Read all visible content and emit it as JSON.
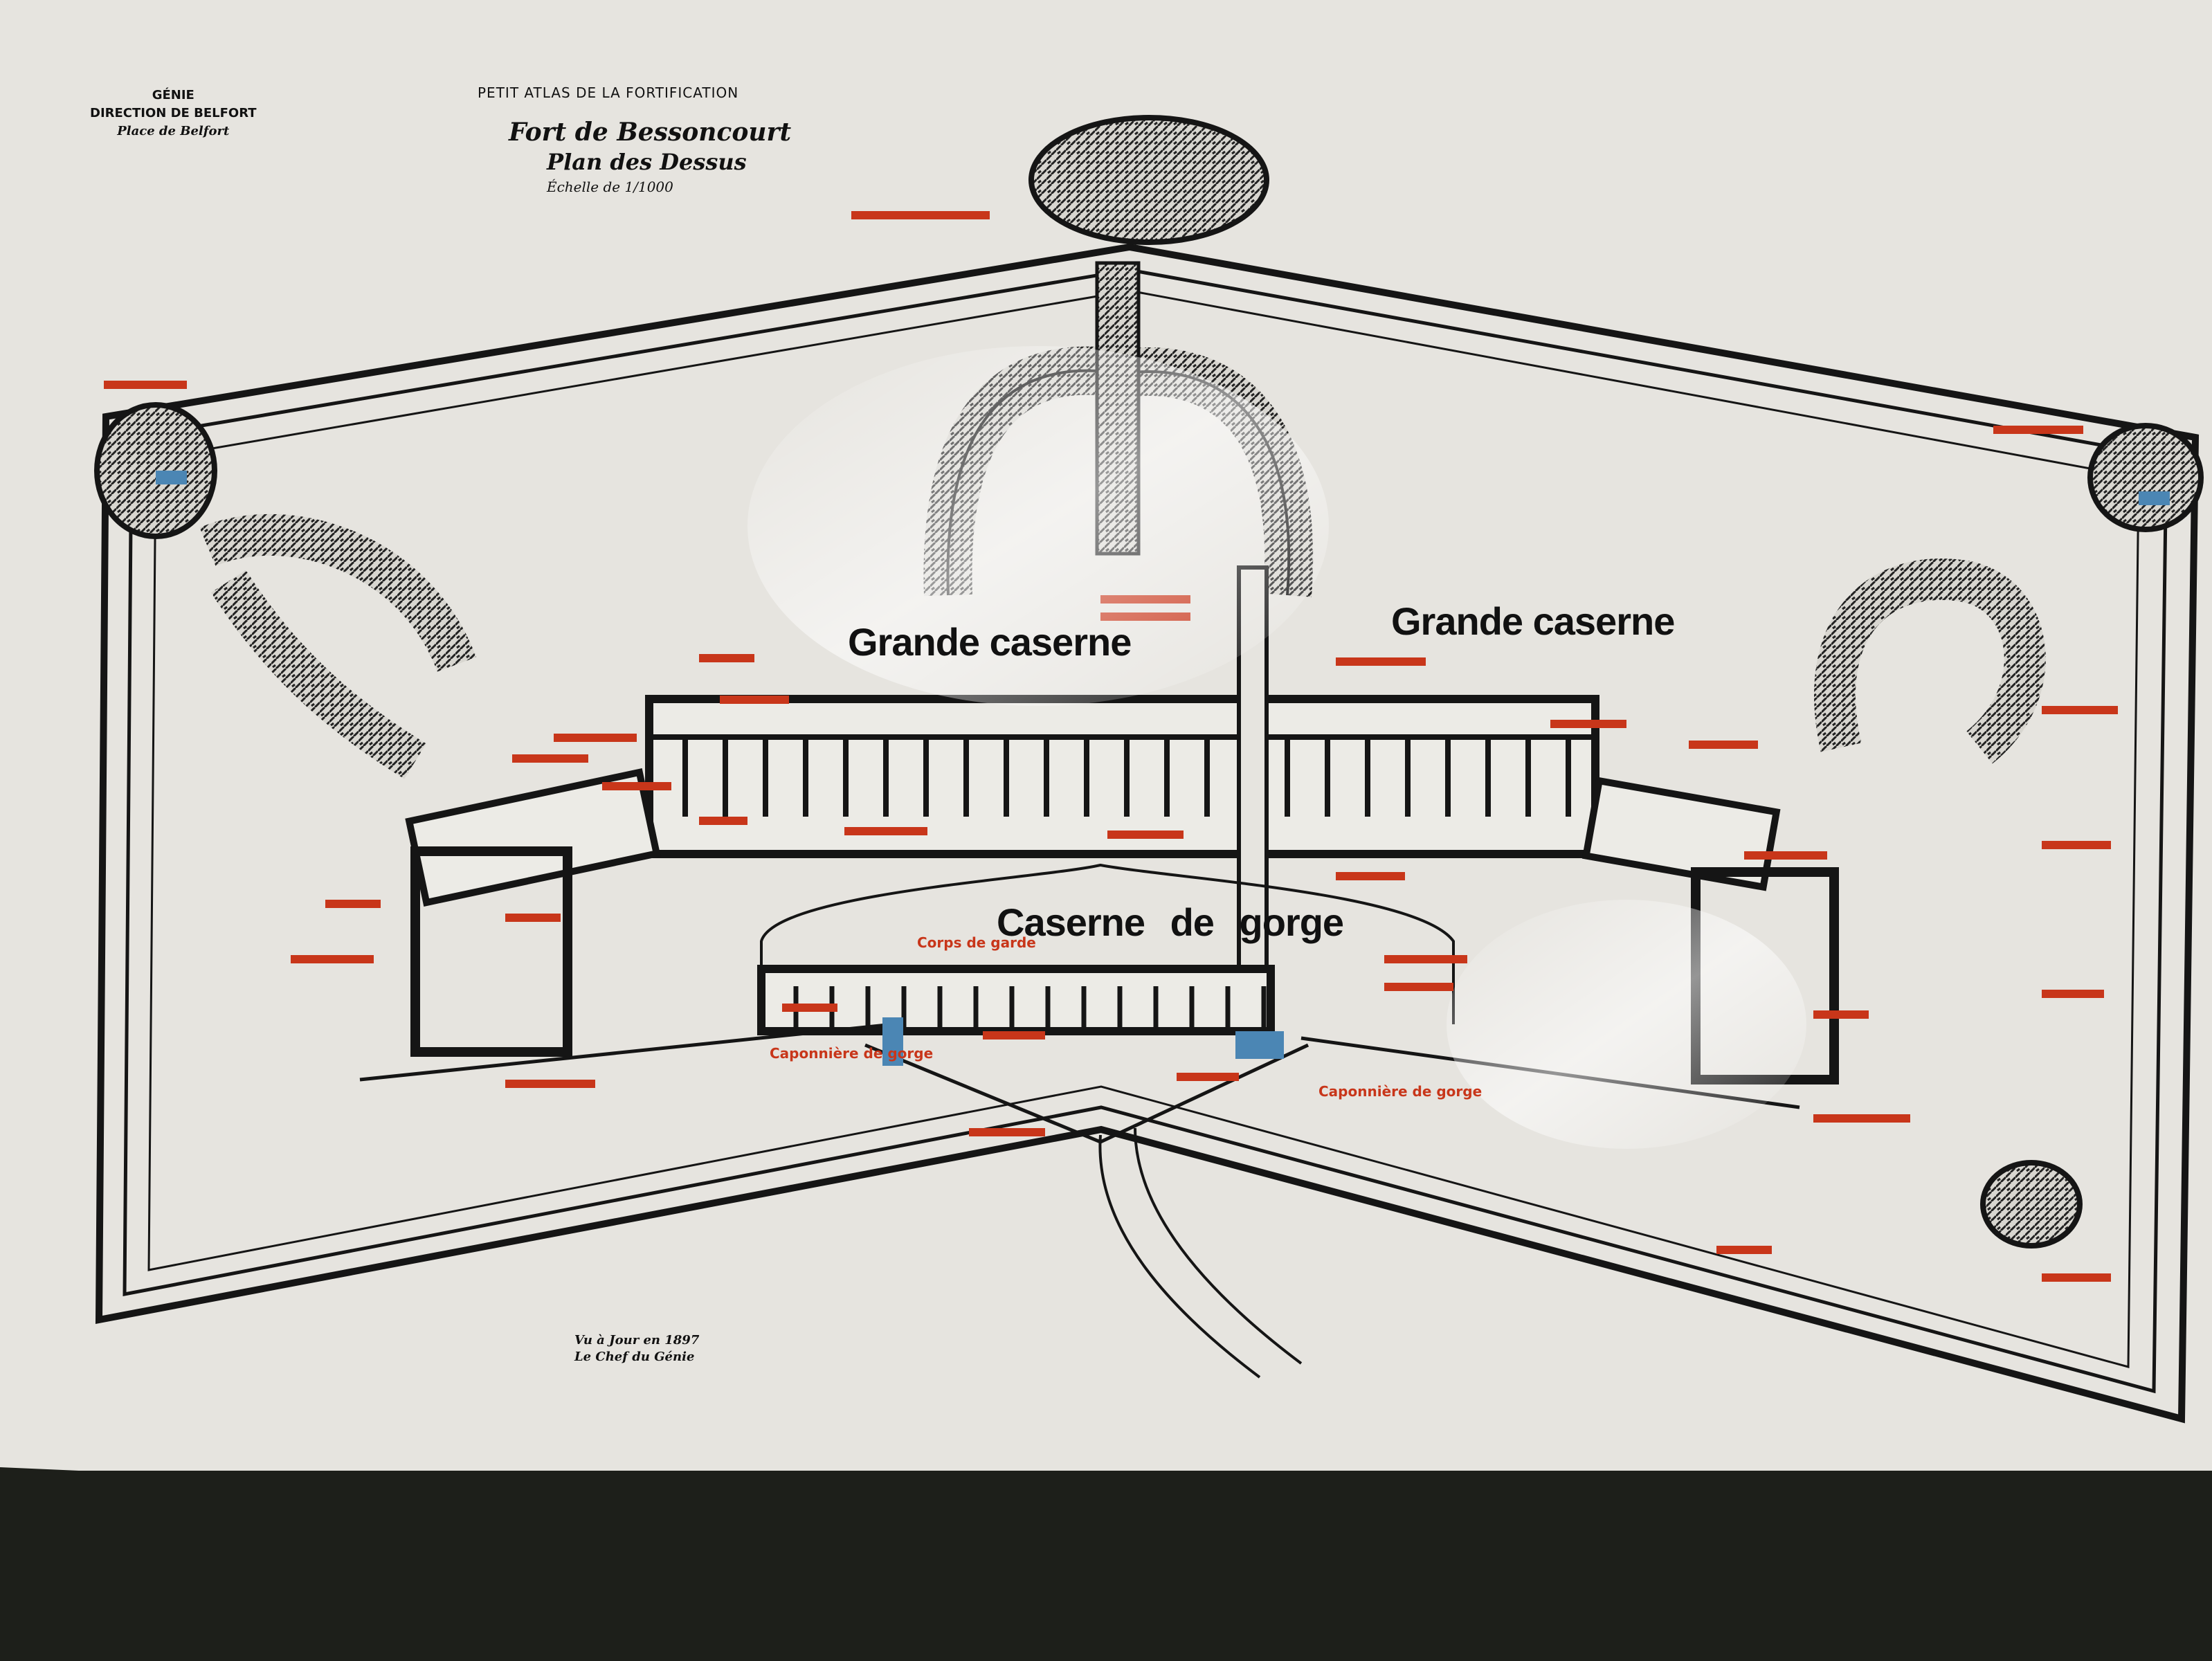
{
  "header": {
    "left_block": [
      "GÉNIE",
      "DIRECTION DE BELFORT",
      "Place de Belfort"
    ],
    "atlas_title": "PETIT ATLAS DE LA FORTIFICATION",
    "fort_name": "Fort de Bessoncourt",
    "plan_title": "Plan des Dessus",
    "scale_note": "Échelle de 1/1000"
  },
  "map": {
    "labels": {
      "grande_caserne_left": "Grande caserne",
      "grande_caserne_right": "Grande caserne",
      "caserne_de_gorge": "Caserne de gorge",
      "corps_de_garde": "Corps de garde",
      "caponniere_left": "Caponnière de gorge",
      "caponniere_right": "Caponnière de gorge"
    },
    "colors": {
      "paper": "#e6e4df",
      "ink": "#151515",
      "annotation": "#c8361a",
      "water": "#4b86b4",
      "background": "#1d1f1a"
    }
  },
  "footer": {
    "signature": [
      "Vu à Jour en 1897",
      "Le Chef du Génie"
    ]
  }
}
